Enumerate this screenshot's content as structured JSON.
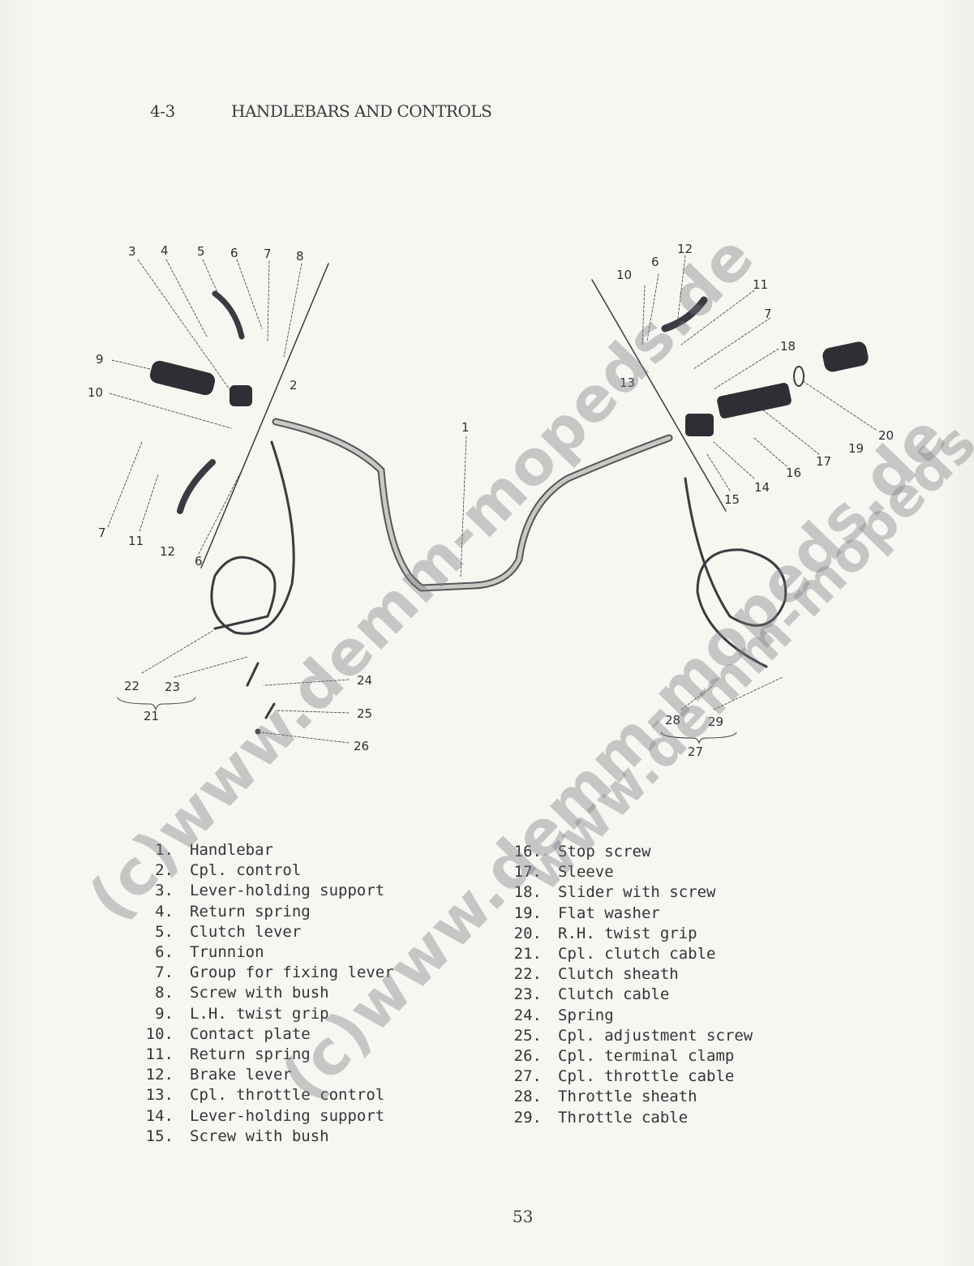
{
  "header": {
    "section": "4-3",
    "title": "HANDLEBARS AND CONTROLS"
  },
  "callouts": [
    {
      "id": "c3",
      "label": "3"
    },
    {
      "id": "c4",
      "label": "4"
    },
    {
      "id": "c5",
      "label": "5"
    },
    {
      "id": "c6a",
      "label": "6"
    },
    {
      "id": "c7a",
      "label": "7"
    },
    {
      "id": "c8",
      "label": "8"
    },
    {
      "id": "c9",
      "label": "9"
    },
    {
      "id": "c10a",
      "label": "10"
    },
    {
      "id": "c2",
      "label": "2"
    },
    {
      "id": "c7b",
      "label": "7"
    },
    {
      "id": "c11a",
      "label": "11"
    },
    {
      "id": "c12a",
      "label": "12"
    },
    {
      "id": "c6b",
      "label": "6"
    },
    {
      "id": "c1",
      "label": "1"
    },
    {
      "id": "c10b",
      "label": "10"
    },
    {
      "id": "c6c",
      "label": "6"
    },
    {
      "id": "c12b",
      "label": "12"
    },
    {
      "id": "c11b",
      "label": "11"
    },
    {
      "id": "c7c",
      "label": "7"
    },
    {
      "id": "c18",
      "label": "18"
    },
    {
      "id": "c13",
      "label": "13"
    },
    {
      "id": "c19",
      "label": "19"
    },
    {
      "id": "c20",
      "label": "20"
    },
    {
      "id": "c17",
      "label": "17"
    },
    {
      "id": "c16",
      "label": "16"
    },
    {
      "id": "c14",
      "label": "14"
    },
    {
      "id": "c15",
      "label": "15"
    },
    {
      "id": "c22",
      "label": "22"
    },
    {
      "id": "c23",
      "label": "23"
    },
    {
      "id": "c21",
      "label": "21"
    },
    {
      "id": "c24",
      "label": "24"
    },
    {
      "id": "c25",
      "label": "25"
    },
    {
      "id": "c26",
      "label": "26"
    },
    {
      "id": "c28",
      "label": "28"
    },
    {
      "id": "c29",
      "label": "29"
    },
    {
      "id": "c27",
      "label": "27"
    }
  ],
  "parts_left": [
    {
      "num": "1.",
      "name": "Handlebar"
    },
    {
      "num": "2.",
      "name": "Cpl. control"
    },
    {
      "num": "3.",
      "name": "Lever-holding support"
    },
    {
      "num": "4.",
      "name": "Return spring"
    },
    {
      "num": "5.",
      "name": "Clutch lever"
    },
    {
      "num": "6.",
      "name": "Trunnion"
    },
    {
      "num": "7.",
      "name": "Group for fixing lever"
    },
    {
      "num": "8.",
      "name": "Screw with bush"
    },
    {
      "num": "9.",
      "name": "L.H. twist grip"
    },
    {
      "num": "10.",
      "name": "Contact plate"
    },
    {
      "num": "11.",
      "name": "Return spring"
    },
    {
      "num": "12.",
      "name": "Brake lever"
    },
    {
      "num": "13.",
      "name": "Cpl. throttle control"
    },
    {
      "num": "14.",
      "name": "Lever-holding support"
    },
    {
      "num": "15.",
      "name": "Screw with bush"
    }
  ],
  "parts_right": [
    {
      "num": "16.",
      "name": "Stop screw"
    },
    {
      "num": "17.",
      "name": "Sleeve"
    },
    {
      "num": "18.",
      "name": "Slider with screw"
    },
    {
      "num": "19.",
      "name": "Flat washer"
    },
    {
      "num": "20.",
      "name": "R.H. twist grip"
    },
    {
      "num": "21.",
      "name": "Cpl. clutch cable"
    },
    {
      "num": "22.",
      "name": "Clutch sheath"
    },
    {
      "num": "23.",
      "name": "Clutch cable"
    },
    {
      "num": "24.",
      "name": "Spring"
    },
    {
      "num": "25.",
      "name": "Cpl. adjustment screw"
    },
    {
      "num": "26.",
      "name": "Cpl. terminal clamp"
    },
    {
      "num": "27.",
      "name": "Cpl. throttle cable"
    },
    {
      "num": "28.",
      "name": "Throttle sheath"
    },
    {
      "num": "29.",
      "name": "Throttle cable"
    }
  ],
  "page_number": "53",
  "watermark": {
    "text1": "(c)www.demm-mopeds.de",
    "text2": "(c)www.demm-mopeds.de",
    "text3": "www.demm-mopeds.de"
  }
}
